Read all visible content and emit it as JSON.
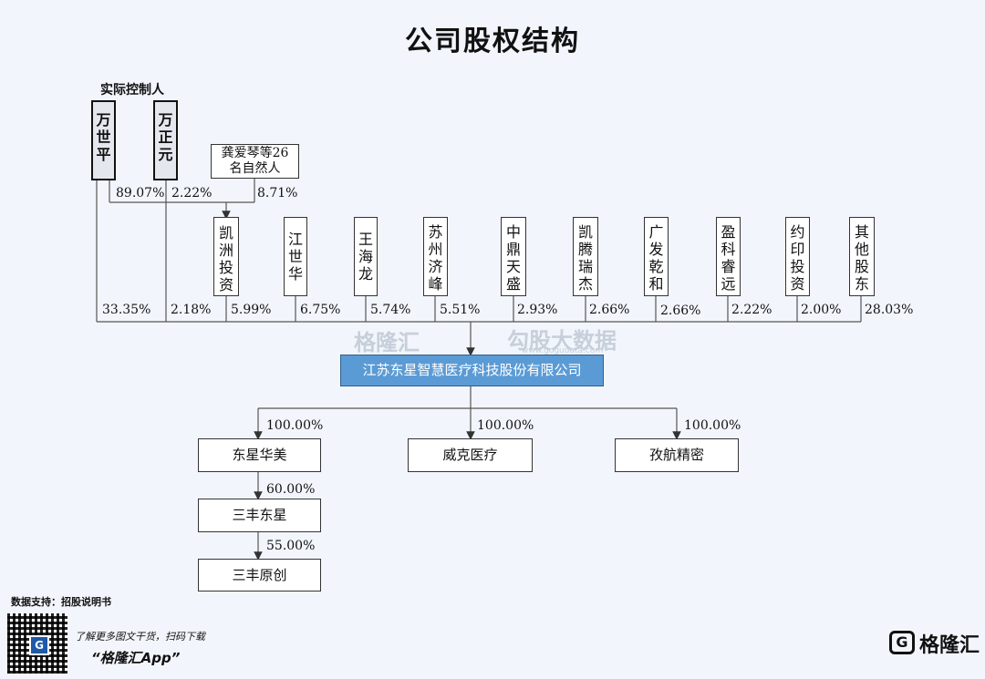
{
  "title": "公司股权结构",
  "controller_label": "实际控制人",
  "persons": {
    "wan_shiping": "万世平",
    "wan_zhengyuan": "万正元",
    "group26_line1": "龚爱琴等26",
    "group26_line2": "名自然人"
  },
  "kaizhou_stakes": {
    "wan_shiping": "89.07%",
    "wan_zhengyuan": "2.22%",
    "group26": "8.71%"
  },
  "shareholders": [
    {
      "name": "凯洲投资",
      "pct": "5.99%"
    },
    {
      "name": "江世华",
      "pct": "6.75%"
    },
    {
      "name": "王海龙",
      "pct": "5.74%"
    },
    {
      "name": "苏州济峰",
      "pct": "5.51%"
    },
    {
      "name": "中鼎天盛",
      "pct": "2.93%"
    },
    {
      "name": "凯腾瑞杰",
      "pct": "2.66%"
    },
    {
      "name": "广发乾和",
      "pct": "2.66%"
    },
    {
      "name": "盈科睿远",
      "pct": "2.22%"
    },
    {
      "name": "约印投资",
      "pct": "2.00%"
    },
    {
      "name": "其他股东",
      "pct": "28.03%"
    }
  ],
  "direct_stakes": {
    "wan_shiping": "33.35%",
    "wan_zhengyuan": "2.18%"
  },
  "company": "江苏东星智慧医疗科技股份有限公司",
  "subsidiaries": [
    {
      "name": "东星华美",
      "pct": "100.00%"
    },
    {
      "name": "威克医疗",
      "pct": "100.00%"
    },
    {
      "name": "孜航精密",
      "pct": "100.00%"
    }
  ],
  "chain": [
    {
      "name": "三丰东星",
      "pct": "60.00%"
    },
    {
      "name": "三丰原创",
      "pct": "55.00%"
    }
  ],
  "watermark": {
    "brand": "格隆汇",
    "sub": "勾股大数据",
    "url": "www.gogudata.com"
  },
  "footer": {
    "source": "数据支持：招股说明书",
    "promo": "了解更多图文干货，扫码下载",
    "app": "“格隆汇App”",
    "qr_letter": "G",
    "logo_letter": "G",
    "logo_text": "格隆汇"
  }
}
